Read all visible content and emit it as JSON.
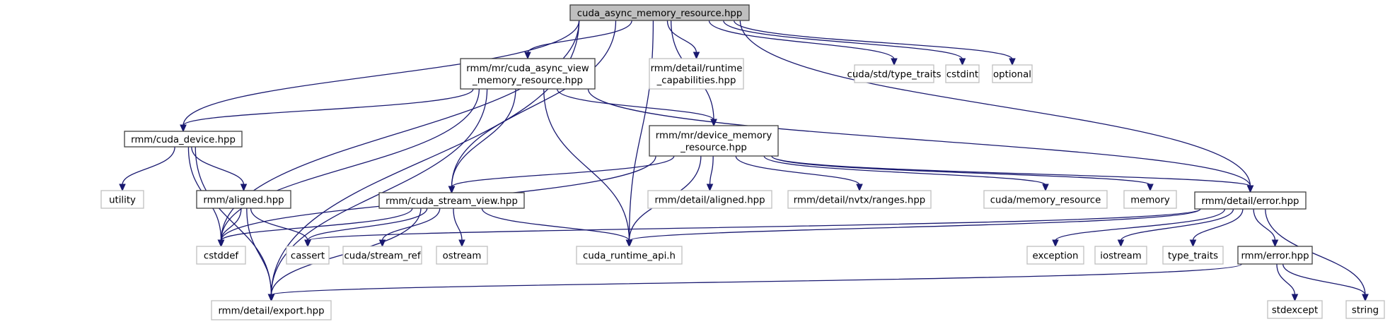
{
  "diagram": {
    "title": "cuda_async_memory_resource.hpp include dependency graph",
    "colors": {
      "edge": "#191970",
      "root_fill": "#bfbfbf",
      "internal_border": "#404040",
      "external_border": "#bfbfbf"
    },
    "nodes": [
      {
        "id": "root",
        "kind": "root",
        "lines": [
          "cuda_async_memory_resource.hpp"
        ]
      },
      {
        "id": "async_view",
        "kind": "internal",
        "lines": [
          "rmm/mr/cuda_async_view",
          "_memory_resource.hpp"
        ]
      },
      {
        "id": "runtime_cap",
        "kind": "external",
        "lines": [
          "rmm/detail/runtime",
          "_capabilities.hpp"
        ]
      },
      {
        "id": "std_type_traits",
        "kind": "external",
        "lines": [
          "cuda/std/type_traits"
        ]
      },
      {
        "id": "cstdint",
        "kind": "external",
        "lines": [
          "cstdint"
        ]
      },
      {
        "id": "optional",
        "kind": "external",
        "lines": [
          "optional"
        ]
      },
      {
        "id": "cuda_device",
        "kind": "internal",
        "lines": [
          "rmm/cuda_device.hpp"
        ]
      },
      {
        "id": "device_mr",
        "kind": "internal",
        "lines": [
          "rmm/mr/device_memory",
          "_resource.hpp"
        ]
      },
      {
        "id": "utility",
        "kind": "external",
        "lines": [
          "utility"
        ]
      },
      {
        "id": "aligned",
        "kind": "internal",
        "lines": [
          "rmm/aligned.hpp"
        ]
      },
      {
        "id": "stream_view",
        "kind": "internal",
        "lines": [
          "rmm/cuda_stream_view.hpp"
        ]
      },
      {
        "id": "detail_aligned",
        "kind": "external",
        "lines": [
          "rmm/detail/aligned.hpp"
        ]
      },
      {
        "id": "nvtx",
        "kind": "external",
        "lines": [
          "rmm/detail/nvtx/ranges.hpp"
        ]
      },
      {
        "id": "memory_resource",
        "kind": "external",
        "lines": [
          "cuda/memory_resource"
        ]
      },
      {
        "id": "memory",
        "kind": "external",
        "lines": [
          "memory"
        ]
      },
      {
        "id": "detail_error",
        "kind": "internal",
        "lines": [
          "rmm/detail/error.hpp"
        ]
      },
      {
        "id": "cstddef",
        "kind": "external",
        "lines": [
          "cstddef"
        ]
      },
      {
        "id": "cassert",
        "kind": "external",
        "lines": [
          "cassert"
        ]
      },
      {
        "id": "stream_ref",
        "kind": "external",
        "lines": [
          "cuda/stream_ref"
        ]
      },
      {
        "id": "ostream",
        "kind": "external",
        "lines": [
          "ostream"
        ]
      },
      {
        "id": "runtime_api",
        "kind": "external",
        "lines": [
          "cuda_runtime_api.h"
        ]
      },
      {
        "id": "exception",
        "kind": "external",
        "lines": [
          "exception"
        ]
      },
      {
        "id": "iostream",
        "kind": "external",
        "lines": [
          "iostream"
        ]
      },
      {
        "id": "type_traits",
        "kind": "external",
        "lines": [
          "type_traits"
        ]
      },
      {
        "id": "rmm_error",
        "kind": "internal",
        "lines": [
          "rmm/error.hpp"
        ]
      },
      {
        "id": "export",
        "kind": "external",
        "lines": [
          "rmm/detail/export.hpp"
        ]
      },
      {
        "id": "stdexcept",
        "kind": "external",
        "lines": [
          "stdexcept"
        ]
      },
      {
        "id": "string",
        "kind": "external",
        "lines": [
          "string"
        ]
      }
    ],
    "edges": [
      [
        "root",
        "async_view"
      ],
      [
        "root",
        "runtime_cap"
      ],
      [
        "root",
        "std_type_traits"
      ],
      [
        "root",
        "cstdint"
      ],
      [
        "root",
        "optional"
      ],
      [
        "root",
        "cuda_device"
      ],
      [
        "root",
        "device_mr"
      ],
      [
        "root",
        "stream_view"
      ],
      [
        "root",
        "runtime_api"
      ],
      [
        "root",
        "detail_error"
      ],
      [
        "root",
        "cstddef"
      ],
      [
        "root",
        "export"
      ],
      [
        "async_view",
        "cuda_device"
      ],
      [
        "async_view",
        "device_mr"
      ],
      [
        "async_view",
        "stream_view"
      ],
      [
        "async_view",
        "cstddef"
      ],
      [
        "async_view",
        "runtime_api"
      ],
      [
        "async_view",
        "export"
      ],
      [
        "async_view",
        "detail_error"
      ],
      [
        "cuda_device",
        "utility"
      ],
      [
        "cuda_device",
        "aligned"
      ],
      [
        "cuda_device",
        "cstddef"
      ],
      [
        "cuda_device",
        "export"
      ],
      [
        "aligned",
        "cstddef"
      ],
      [
        "aligned",
        "cassert"
      ],
      [
        "aligned",
        "export"
      ],
      [
        "device_mr",
        "stream_view"
      ],
      [
        "device_mr",
        "cstddef"
      ],
      [
        "device_mr",
        "detail_aligned"
      ],
      [
        "device_mr",
        "nvtx"
      ],
      [
        "device_mr",
        "memory_resource"
      ],
      [
        "device_mr",
        "memory"
      ],
      [
        "device_mr",
        "detail_error"
      ],
      [
        "device_mr",
        "runtime_api"
      ],
      [
        "stream_view",
        "cstddef"
      ],
      [
        "stream_view",
        "stream_ref"
      ],
      [
        "stream_view",
        "ostream"
      ],
      [
        "stream_view",
        "runtime_api"
      ],
      [
        "stream_view",
        "export"
      ],
      [
        "stream_view",
        "cassert"
      ],
      [
        "detail_error",
        "exception"
      ],
      [
        "detail_error",
        "iostream"
      ],
      [
        "detail_error",
        "type_traits"
      ],
      [
        "detail_error",
        "rmm_error"
      ],
      [
        "detail_error",
        "string"
      ],
      [
        "detail_error",
        "runtime_api"
      ],
      [
        "detail_error",
        "cassert"
      ],
      [
        "rmm_error",
        "stdexcept"
      ],
      [
        "rmm_error",
        "string"
      ],
      [
        "rmm_error",
        "export"
      ]
    ]
  }
}
